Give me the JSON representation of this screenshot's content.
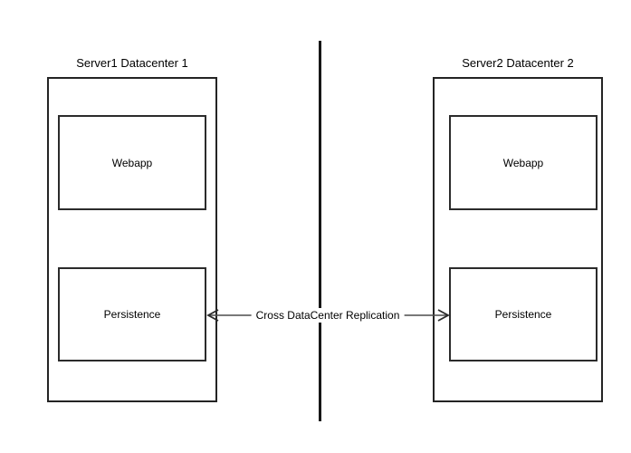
{
  "diagram": {
    "servers": [
      {
        "title": "Server1 Datacenter 1",
        "components": [
          {
            "label": "Webapp"
          },
          {
            "label": "Persistence"
          }
        ]
      },
      {
        "title": "Server2 Datacenter 2",
        "components": [
          {
            "label": "Webapp"
          },
          {
            "label": "Persistence"
          }
        ]
      }
    ],
    "replication_arrow": {
      "label": "Cross DataCenter Replication"
    },
    "colors": {
      "background": "#ffffff",
      "box_border": "#242424",
      "component_border": "#2b2b2b",
      "divider": "#171717",
      "arrow_shaft": "#4d4d4d",
      "arrow_head": "#2b2b2b",
      "text": "#000000"
    }
  }
}
